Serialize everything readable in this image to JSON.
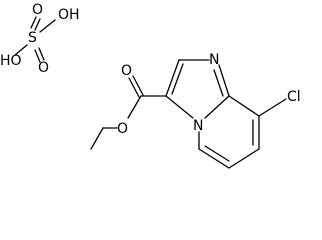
{
  "molecule": {
    "labels": {
      "oh_top": "OH",
      "o_top": "O",
      "s": "S",
      "ho_left": "HO",
      "o_bottom": "O",
      "carbonyl_o": "O",
      "ester_o": "O",
      "n_imidazole": "N",
      "n_bridge": "N",
      "cl": "Cl"
    }
  }
}
